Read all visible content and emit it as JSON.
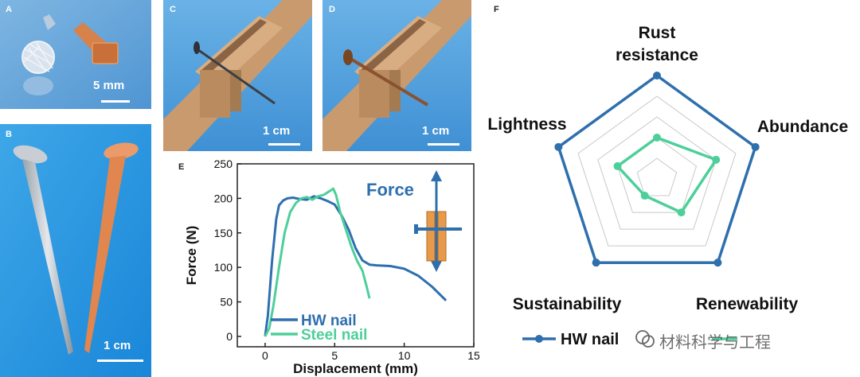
{
  "panels": {
    "A": {
      "label": "A",
      "scale": "5 mm"
    },
    "B": {
      "label": "B",
      "scale": "1 cm"
    },
    "C": {
      "label": "C",
      "scale": "1 cm"
    },
    "D": {
      "label": "D",
      "scale": "1 cm"
    },
    "E": {
      "label": "E"
    },
    "F": {
      "label": "F"
    }
  },
  "chart_data": [
    {
      "type": "line",
      "panel": "E",
      "xlabel": "Displacement (mm)",
      "ylabel": "Force (N)",
      "xlim": [
        -2,
        15
      ],
      "ylim": [
        -15,
        250
      ],
      "xticks": [
        0,
        5,
        10,
        15
      ],
      "yticks": [
        0,
        50,
        100,
        150,
        200,
        250
      ],
      "annotation": "Force",
      "legend_position": "bottom-left",
      "series": [
        {
          "name": "HW nail",
          "color": "#2e6fae",
          "x": [
            0.0,
            0.2,
            0.5,
            0.8,
            1.0,
            1.3,
            1.6,
            2.0,
            2.5,
            3.0,
            3.5,
            4.0,
            4.5,
            5.0,
            5.5,
            6.0,
            6.5,
            7.0,
            7.5,
            8.0,
            9.0,
            10.0,
            11.0,
            12.0,
            13.0
          ],
          "y": [
            0,
            30,
            110,
            170,
            190,
            197,
            200,
            201,
            199,
            198,
            203,
            200,
            196,
            191,
            175,
            155,
            128,
            110,
            104,
            103,
            102,
            98,
            88,
            72,
            52
          ]
        },
        {
          "name": "Steel nail",
          "color": "#4dcf9a",
          "x": [
            0.0,
            0.3,
            0.6,
            1.0,
            1.4,
            1.8,
            2.2,
            2.6,
            3.0,
            3.4,
            3.8,
            4.2,
            4.6,
            4.9,
            5.1,
            5.4,
            5.8,
            6.2,
            6.6,
            7.0,
            7.3,
            7.5
          ],
          "y": [
            0,
            12,
            45,
            100,
            150,
            180,
            193,
            200,
            202,
            198,
            203,
            205,
            210,
            214,
            205,
            180,
            155,
            130,
            110,
            95,
            72,
            55
          ]
        }
      ]
    },
    {
      "type": "radar",
      "panel": "F",
      "axes": [
        "Rust resistance",
        "Abundance",
        "Renewability",
        "Sustainability",
        "Lightness"
      ],
      "levels": 5,
      "max": 5,
      "series": [
        {
          "name": "HW nail",
          "color": "#2e6fae",
          "values": [
            5,
            5,
            5,
            5,
            5
          ]
        },
        {
          "name": "",
          "color": "#4dcf9a",
          "values": [
            2,
            3,
            2,
            1,
            2
          ]
        }
      ]
    }
  ],
  "watermark": {
    "text": "材料科学与工程"
  }
}
